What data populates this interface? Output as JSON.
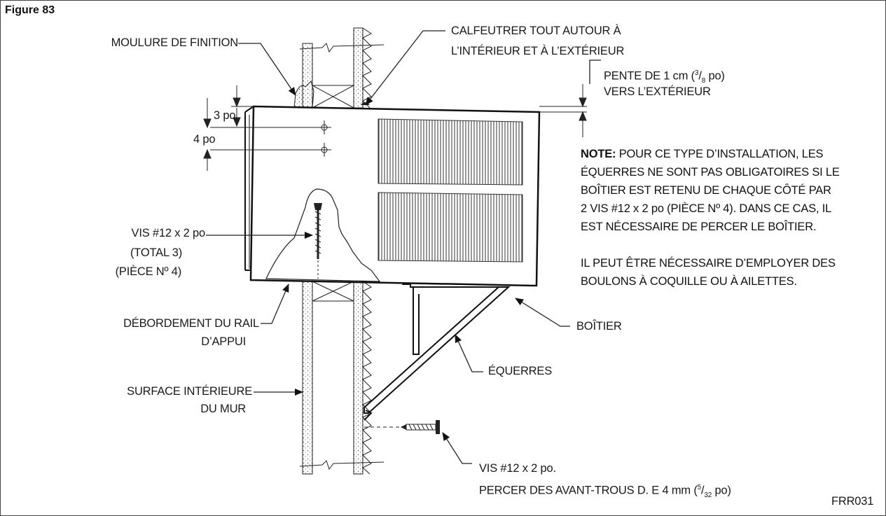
{
  "figure": {
    "title": "Figure 83",
    "code": "FRR031"
  },
  "labels": {
    "trim": "MOULURE DE FINITION",
    "caulk_l1": "CALFEUTRER TOUT AUTOUR À",
    "caulk_l2": "L’INTÉRIEUR ET À L’EXTÉRIEUR",
    "slope_l1a": "PENTE DE 1 cm (",
    "slope_frac_num": "3",
    "slope_frac_den": "8",
    "slope_l1b": " po)",
    "slope_l2": "VERS L’EXTÉRIEUR",
    "dim_3": "3 po",
    "dim_4": "4 po",
    "screws_l1": "VIS #12 x 2 po",
    "screws_l2": "(TOTAL 3)",
    "screws_l3": "(PIÈCE Nº 4)",
    "overhang_l1": "DÉBORDEMENT DU RAIL",
    "overhang_l2": "D’APPUI",
    "wall_l1": "SURFACE INTÉRIEURE",
    "wall_l2": "DU MUR",
    "case": "BOÎTIER",
    "brackets": "ÉQUERRES",
    "bottom_screw_l1": "VIS #12 x 2 po.",
    "bottom_screw_l2a": "PERCER DES AVANT-TROUS D. E 4 mm (",
    "bottom_frac_num": "5",
    "bottom_frac_den": "32",
    "bottom_screw_l2b": " po)"
  },
  "note": {
    "heading": "NOTE:",
    "l1": " POUR CE TYPE D’INSTALLATION, LES",
    "l2": "ÉQUERRES NE SONT PAS OBLIGATOIRES SI LE",
    "l3": "BOÎTIER EST RETENU DE CHAQUE CÔTÉ PAR",
    "l4": "2 VIS #12 x 2 po (PIÈCE Nº 4). DANS CE CAS, IL",
    "l5": "EST NÉCESSAIRE DE PERCER LE BOÎTIER.",
    "l6": "IL PEUT ÊTRE NÉCESSAIRE D’EMPLOYER DES",
    "l7": "BOULONS À COQUILLE OU À AILETTES."
  }
}
